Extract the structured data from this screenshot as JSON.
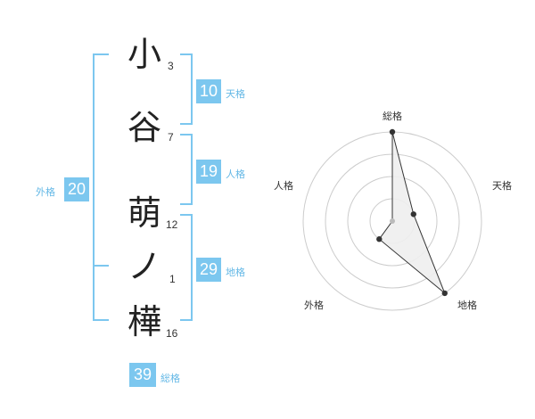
{
  "name": {
    "chars": [
      {
        "char": "小",
        "strokes": "3"
      },
      {
        "char": "谷",
        "strokes": "7"
      },
      {
        "char": "萌",
        "strokes": "12"
      },
      {
        "char": "ノ",
        "strokes": "1"
      },
      {
        "char": "樺",
        "strokes": "16"
      }
    ]
  },
  "fortunes": {
    "tenkaku": {
      "value": "10",
      "label": "天格"
    },
    "jinkaku": {
      "value": "19",
      "label": "人格"
    },
    "chikaku": {
      "value": "29",
      "label": "地格"
    },
    "gaikaku": {
      "value": "20",
      "label": "外格"
    },
    "soukaku": {
      "value": "39",
      "label": "総格"
    }
  },
  "radar": {
    "axes": [
      "総格",
      "天格",
      "地格",
      "外格",
      "人格"
    ],
    "levels": 4,
    "values": [
      4,
      1,
      4,
      1,
      0
    ],
    "max": 4,
    "line_color": "#333333",
    "fill_color": "#eeeeee",
    "ring_color": "#cccccc"
  }
}
